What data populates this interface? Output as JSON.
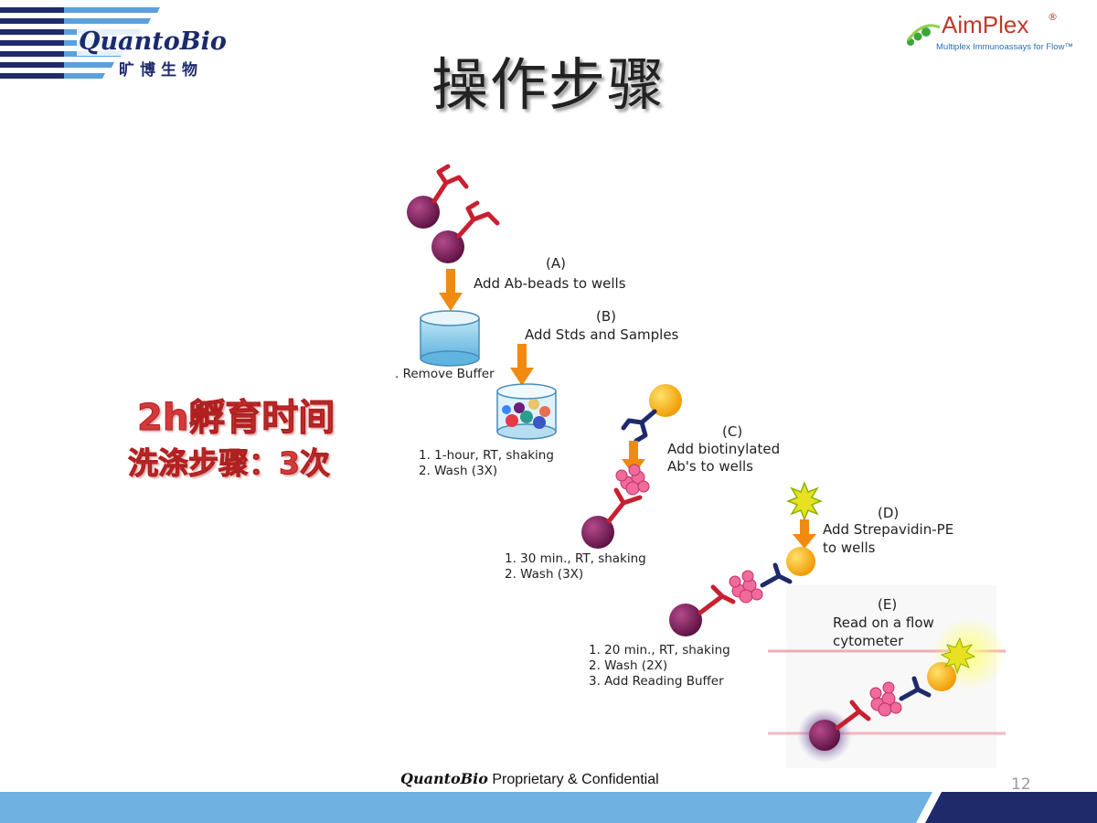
{
  "header": {
    "left_logo": {
      "name": "QuantoBio",
      "chinese": "旷博生物"
    },
    "right_logo": {
      "name": "AimPlex",
      "reg": "®",
      "tagline": "Multiplex Immunoassays for Flow™"
    },
    "title": "操作步骤"
  },
  "callout": {
    "line1": "2h孵育时间",
    "line2": "洗涤步骤：3次"
  },
  "diagram": {
    "stepA": {
      "letter": "(A)",
      "text": "Add Ab-beads to wells"
    },
    "stepB": {
      "letter": "(B)",
      "text": "Add Stds and Samples"
    },
    "remove_buffer": ". Remove Buffer",
    "stepB_notes": [
      "1. 1-hour, RT, shaking",
      "2. Wash (3X)"
    ],
    "stepC": {
      "letter": "(C)",
      "text1": "Add biotinylated",
      "text2": "Ab's to wells"
    },
    "stepC_notes": [
      "1. 30 min., RT, shaking",
      "2. Wash (3X)"
    ],
    "stepD": {
      "letter": "(D)",
      "text1": "Add Strepavidin-PE",
      "text2": "to wells"
    },
    "stepD_notes": [
      "1. 20 min., RT, shaking",
      "2. Wash (2X)",
      "3. Add Reading Buffer"
    ],
    "stepE": {
      "letter": "(E)",
      "text1": "Read on a flow",
      "text2": "cytometer"
    }
  },
  "footer": {
    "brand": "QuantoBio",
    "text": " Proprietary & Confidential",
    "page_number": "12"
  },
  "colors": {
    "navy": "#1f2a6b",
    "stripe_blue": "#5aa0dc",
    "footer_blue": "#6fb1e0",
    "bead_purple": "#7a1f5c",
    "antibody_red": "#c8202f",
    "arrow_orange": "#f08a10",
    "pe_yellow": "#f6b400",
    "callout_red": "#d43a3a",
    "aimplex_green": "#3aa63a"
  }
}
